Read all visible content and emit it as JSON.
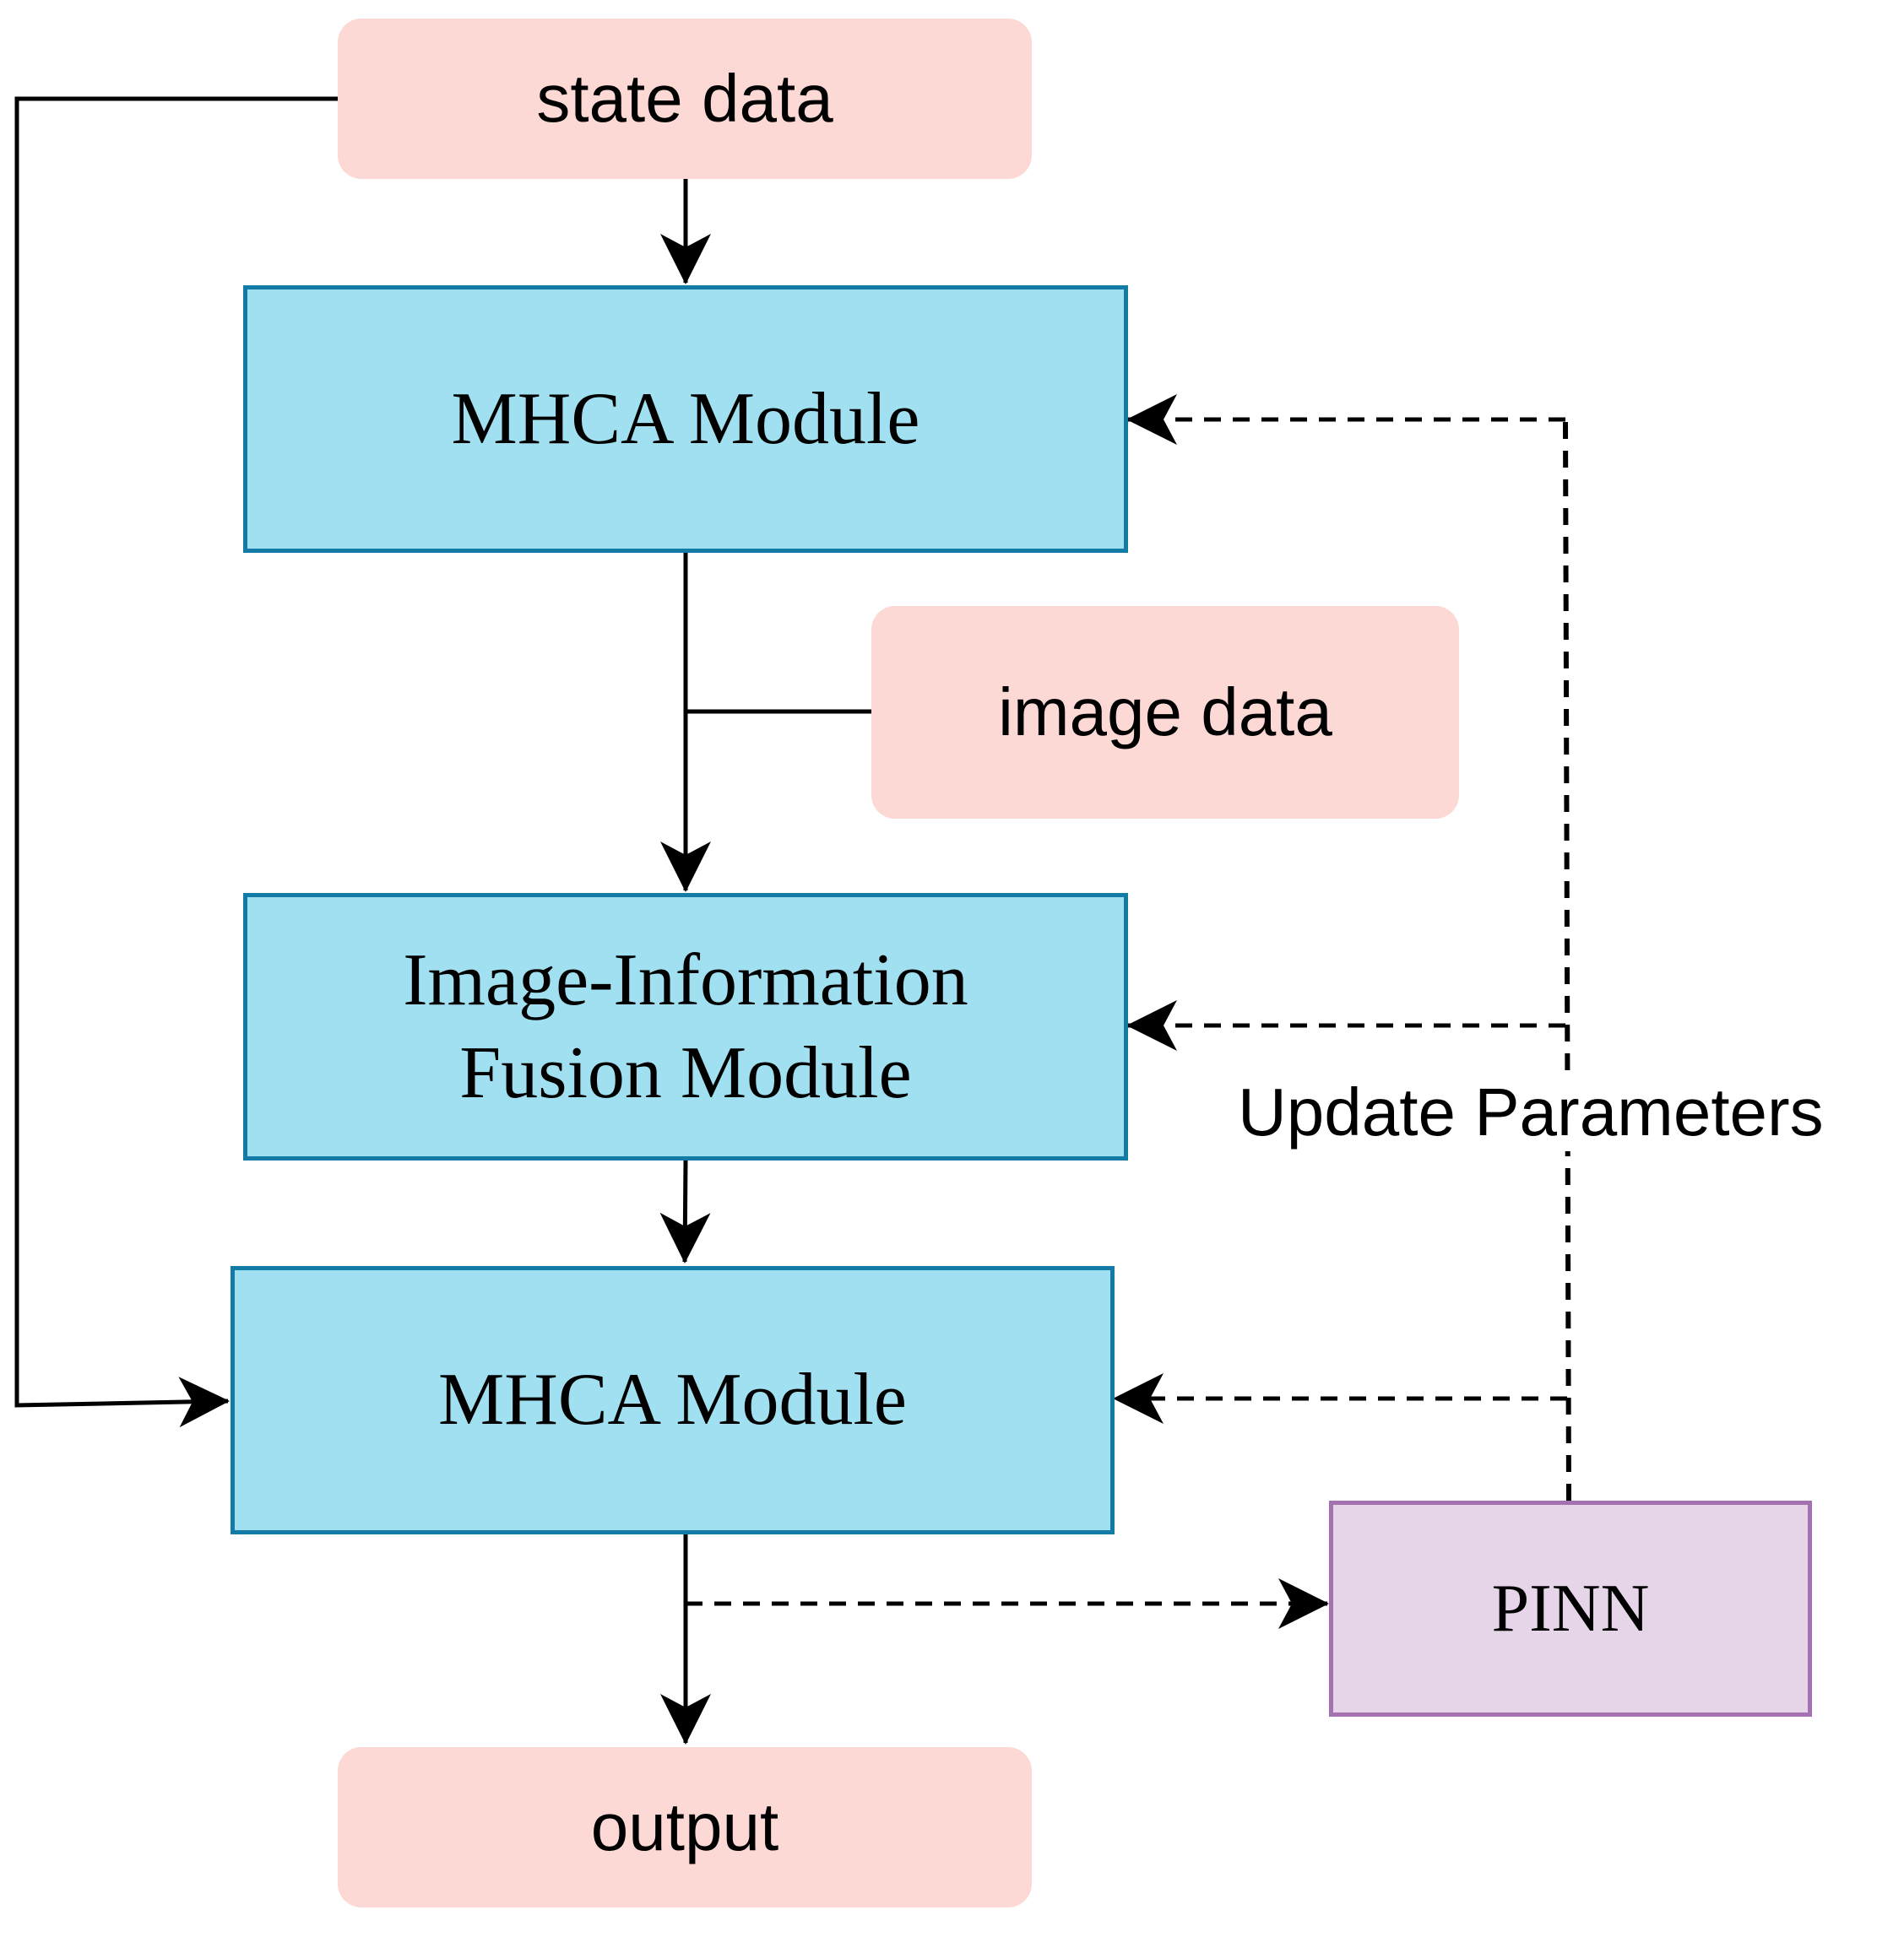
{
  "nodes": {
    "state_data": "state data",
    "mhca_top": "MHCA Module",
    "image_data": "image data",
    "fusion_line1": "Image-Information",
    "fusion_line2": "Fusion Module",
    "mhca_bottom": "MHCA Module",
    "pinn": "PINN",
    "output": "output"
  },
  "edge_labels": {
    "update": "Update Parameters"
  },
  "colors": {
    "io_fill": "#fdd9d6",
    "module_fill": "#a1e0f0",
    "module_border": "#147aa6",
    "pinn_fill": "#e6d4e8",
    "pinn_border": "#a471b1",
    "edge": "#000000"
  }
}
